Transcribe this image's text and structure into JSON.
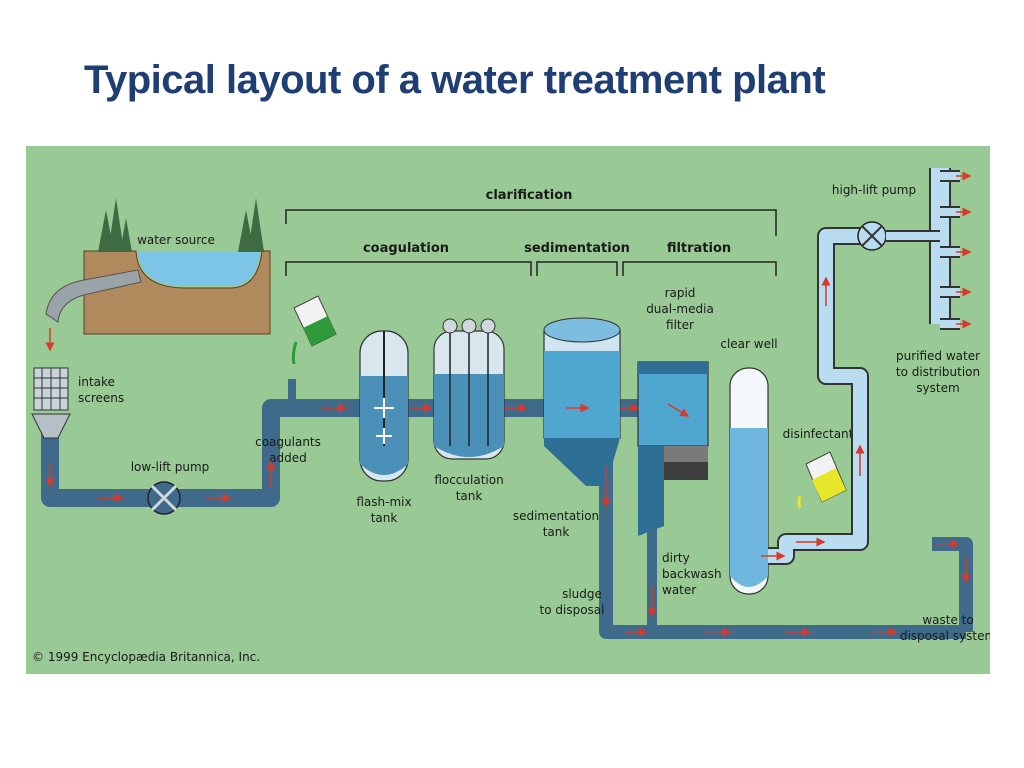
{
  "title": "Typical layout of a water treatment plant",
  "diagram": {
    "stages": {
      "clarification": "clarification",
      "coagulation": "coagulation",
      "sedimentation": "sedimentation",
      "filtration": "filtration"
    },
    "labels": {
      "water_source": "water source",
      "intake_screens": [
        "intake",
        "screens"
      ],
      "low_lift_pump": "low-lift pump",
      "coagulants_added": [
        "coagulants",
        "added"
      ],
      "flash_mix_tank": [
        "flash-mix",
        "tank"
      ],
      "flocculation_tank": [
        "flocculation",
        "tank"
      ],
      "sedimentation_tank": [
        "sedimentation",
        "tank"
      ],
      "sludge_to_disposal": [
        "sludge",
        "to disposal"
      ],
      "rapid_filter": [
        "rapid",
        "dual-media",
        "filter"
      ],
      "dirty_backwash_water": [
        "dirty",
        "backwash",
        "water"
      ],
      "clear_well": "clear well",
      "disinfectant": "disinfectant",
      "high_lift_pump": "high-lift pump",
      "purified_water": [
        "purified water",
        "to distribution",
        "system"
      ],
      "waste_to_disposal": [
        "waste to",
        "disposal system"
      ]
    },
    "copyright": "© 1999 Encyclopædia Britannica, Inc.",
    "colors": {
      "background": "#99c994",
      "pipe": "#3f6a8a",
      "water": "#4fa6cf",
      "clean_water": "#b9dcf0",
      "flow_arrow": "#d63a2a",
      "soil": "#b08a5c"
    }
  }
}
